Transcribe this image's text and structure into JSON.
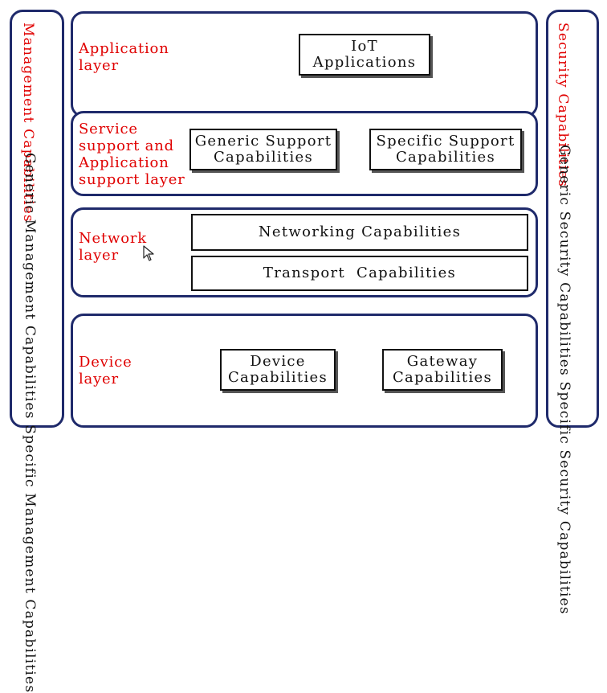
{
  "left_panel": {
    "title_lines": [
      "Management",
      "Capabilities"
    ],
    "items": [
      "Generic Management Capabilities",
      "Specific Management Capabilities"
    ]
  },
  "right_panel": {
    "title_lines": [
      "Security",
      "Capabilities"
    ],
    "items": [
      "Generic Security Capabilities",
      "Specific Security Capabilities"
    ]
  },
  "layers": {
    "application": {
      "label_lines": [
        "Application",
        "layer"
      ],
      "boxes": [
        {
          "lines": [
            "IoT",
            "Applications"
          ]
        }
      ]
    },
    "service": {
      "label_lines": [
        "Service",
        "support and",
        "Application",
        "support layer"
      ],
      "boxes": [
        {
          "lines": [
            "Generic Support",
            "Capabilities"
          ]
        },
        {
          "lines": [
            "Specific Support",
            "Capabilities"
          ]
        }
      ]
    },
    "network": {
      "label_lines": [
        "Network",
        "layer"
      ],
      "boxes": [
        {
          "lines": [
            "Networking Capabilities"
          ]
        },
        {
          "lines": [
            "Transport  Capabilities"
          ]
        }
      ]
    },
    "device": {
      "label_lines": [
        "Device",
        "layer"
      ],
      "boxes": [
        {
          "lines": [
            "Device",
            "Capabilities"
          ]
        },
        {
          "lines": [
            "Gateway",
            "Capabilities"
          ]
        }
      ]
    }
  },
  "colors": {
    "panel_border": "#1f2a6b",
    "label_red": "#e00000",
    "box_border": "#111111"
  },
  "icons": [
    "mouse-cursor-icon"
  ]
}
